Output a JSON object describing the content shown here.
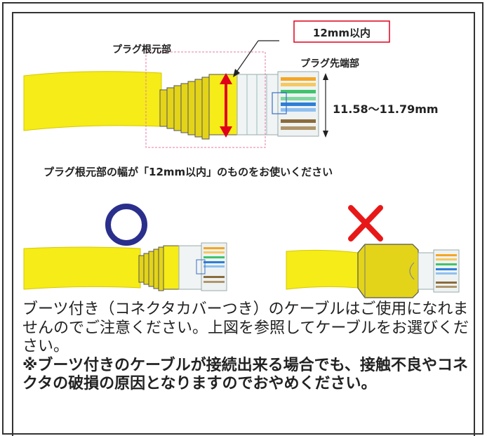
{
  "labels": {
    "dimension_callout": "12mm以内",
    "plug_base": "プラグ根元部",
    "plug_tip": "プラグ先端部",
    "plug_height": "11.58〜11.79mm",
    "caption": "プラグ根元部の幅が「12mm以内」のものをお使いください"
  },
  "verdicts": {
    "ok_symbol": "circle-ok",
    "ng_symbol": "cross-ng"
  },
  "notice": {
    "line1": "ブーツ付き（コネクタカバーつき）のケーブルはご使用になれませんのでご注意ください。上図を参照してケーブルをお選びください。",
    "line2": "※ブーツ付きのケーブルが接続出来る場合でも、接触不良やコネクタの破損の原因となりますのでおやめください。"
  },
  "colors": {
    "cable": "#f5ec18",
    "boot": "#e3d41a",
    "arrow_red": "#e0001a",
    "ok_blue": "#2a2f8c",
    "ng_red": "#e81818",
    "callout_border": "#e0001a"
  }
}
